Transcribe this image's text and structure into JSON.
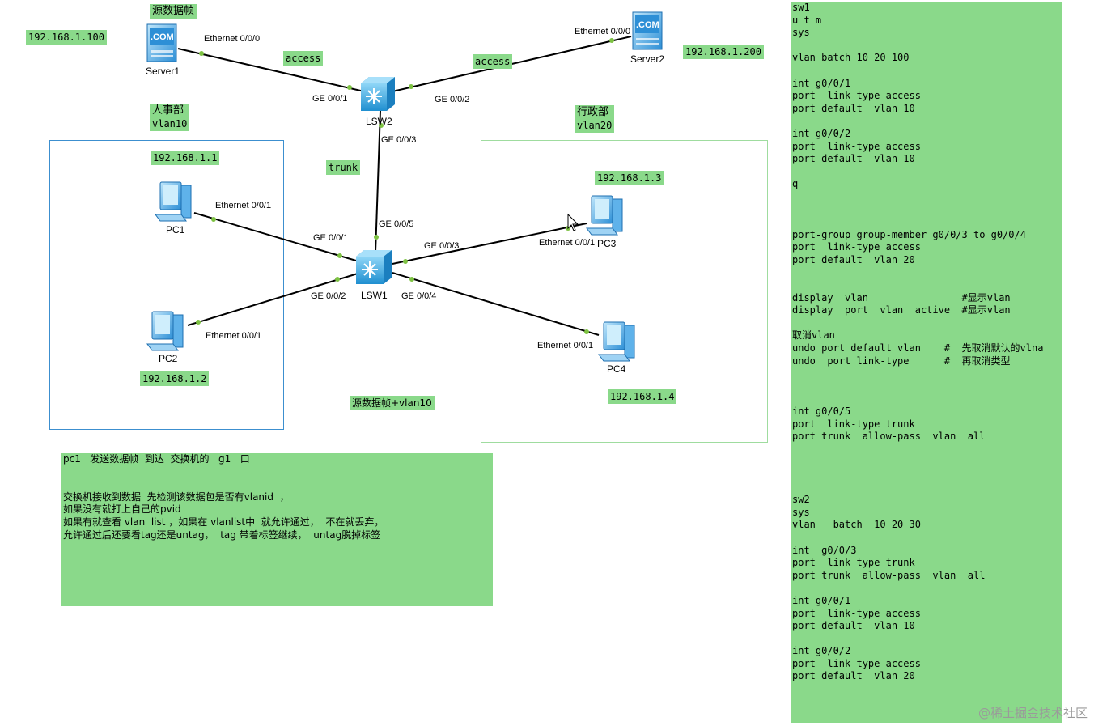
{
  "labels": {
    "src_frame": "源数据帧",
    "src_frame_vlan10": "源数据帧+vlan10",
    "hr_dept_line1": "人事部",
    "hr_dept_line2": "vlan10",
    "admin_dept_line1": "行政部",
    "admin_dept_line2": "vlan20",
    "link_access_left": "access",
    "link_access_right": "access",
    "link_trunk": "trunk"
  },
  "ips": {
    "server1": "192.168.1.100",
    "server2": "192.168.1.200",
    "pc1": "192.168.1.1",
    "pc2": "192.168.1.2",
    "pc3": "192.168.1.3",
    "pc4": "192.168.1.4"
  },
  "devices": {
    "server1": "Server1",
    "server2": "Server2",
    "lsw2": "LSW2",
    "lsw1": "LSW1",
    "pc1": "PC1",
    "pc2": "PC2",
    "pc3": "PC3",
    "pc4": "PC4",
    "server_badge": ".COM"
  },
  "ports": {
    "server1_eth": "Ethernet 0/0/0",
    "server2_eth": "Ethernet 0/0/0",
    "lsw2_g1": "GE 0/0/1",
    "lsw2_g2": "GE 0/0/2",
    "lsw2_g3": "GE 0/0/3",
    "lsw1_g5": "GE 0/0/5",
    "lsw1_g1": "GE 0/0/1",
    "lsw1_g3": "GE 0/0/3",
    "lsw1_g2": "GE 0/0/2",
    "lsw1_g4": "GE 0/0/4",
    "pc1_eth": "Ethernet 0/0/1",
    "pc2_eth": "Ethernet 0/0/1",
    "pc3_eth": "Ethernet 0/0/1",
    "pc4_eth": "Ethernet 0/0/1"
  },
  "explanation": [
    "pc1   发送数据帧  到达  交换机的   g1   口",
    "",
    "",
    "交换机接收到数据  先检测该数据包是否有vlanid  ，",
    "如果没有就打上自己的pvid",
    "如果有就查看 vlan  list ，如果在 vlanlist中  就允许通过，  不在就丢弃，",
    "允许通过后还要看tag还是untag，  tag 带着标签继续，  untag脱掉标签"
  ],
  "commands": [
    "sw1",
    "u t m",
    "sys",
    "",
    "vlan batch 10 20 100",
    "",
    "int g0/0/1",
    "port  link-type access",
    "port default  vlan 10",
    "",
    "int g0/0/2",
    "port  link-type access",
    "port default  vlan 10",
    "",
    "q",
    "",
    "",
    "",
    "port-group group-member g0/0/3 to g0/0/4",
    "port  link-type access",
    "port default  vlan 20",
    "",
    "",
    "display  vlan                #显示vlan",
    "display  port  vlan  active  #显示vlan",
    "",
    "取消vlan",
    "undo port default vlan    #  先取消默认的vlna",
    "undo  port link-type      #  再取消类型",
    "",
    "",
    "",
    "int g0/0/5",
    "port  link-type trunk",
    "port trunk  allow-pass  vlan  all",
    "",
    "",
    "",
    "",
    "sw2",
    "sys",
    "vlan   batch  10 20 30",
    "",
    "int  g0/0/3",
    "port  link-type trunk",
    "port trunk  allow-pass  vlan  all",
    "",
    "int g0/0/1",
    "port  link-type access",
    "port default  vlan 10",
    "",
    "int g0/0/2",
    "port  link-type access",
    "port default  vlan 20"
  ],
  "watermark": "@稀土掘金技术社区",
  "colors": {
    "label_bg": "#8ad98a",
    "link": "#000000",
    "port_dot": "#7dc242",
    "switch": "#2fa5e0",
    "device": "#3aa0e6",
    "vlan10_border": "#3c8fcf",
    "vlan20_border": "#9fdc9f"
  }
}
